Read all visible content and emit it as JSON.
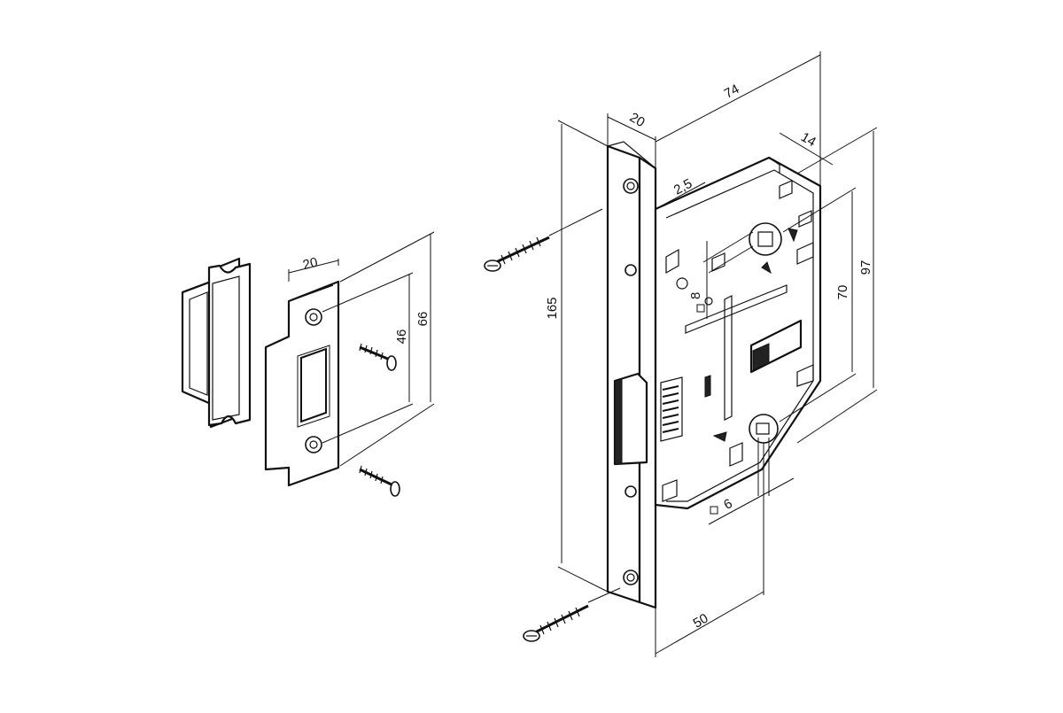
{
  "dimensions": {
    "strike_width": "20",
    "strike_hole_spacing": "46",
    "strike_height": "66",
    "faceplate_width": "20",
    "faceplate_height": "165",
    "body_depth": "74",
    "plate_offset": "2,5",
    "edge_offset": "14",
    "body_height": "97",
    "spindle_spacing": "70",
    "backset": "50",
    "spindle_upper_square": "8",
    "spindle_lower_square": "6"
  }
}
